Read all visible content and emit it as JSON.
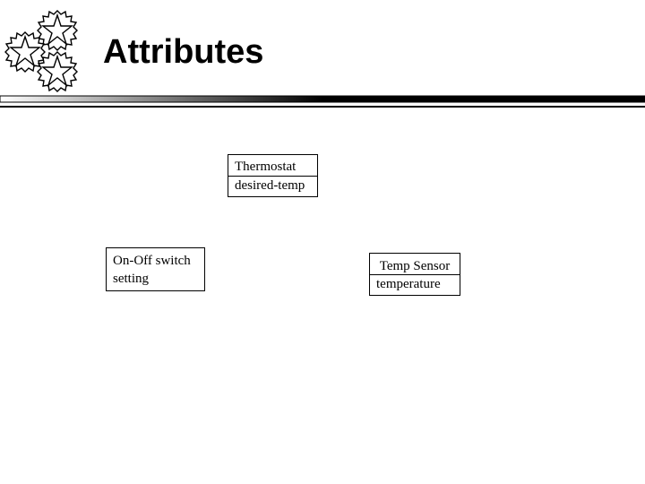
{
  "slide": {
    "title": "Attributes"
  },
  "classes": [
    {
      "name": "Thermostat",
      "attribute": "desired-temp"
    },
    {
      "name": "On-Off switch",
      "attribute": "setting"
    },
    {
      "name": "Temp Sensor",
      "attribute": "temperature"
    }
  ],
  "logo": {
    "icon": "three-stars-in-gears-icon"
  }
}
